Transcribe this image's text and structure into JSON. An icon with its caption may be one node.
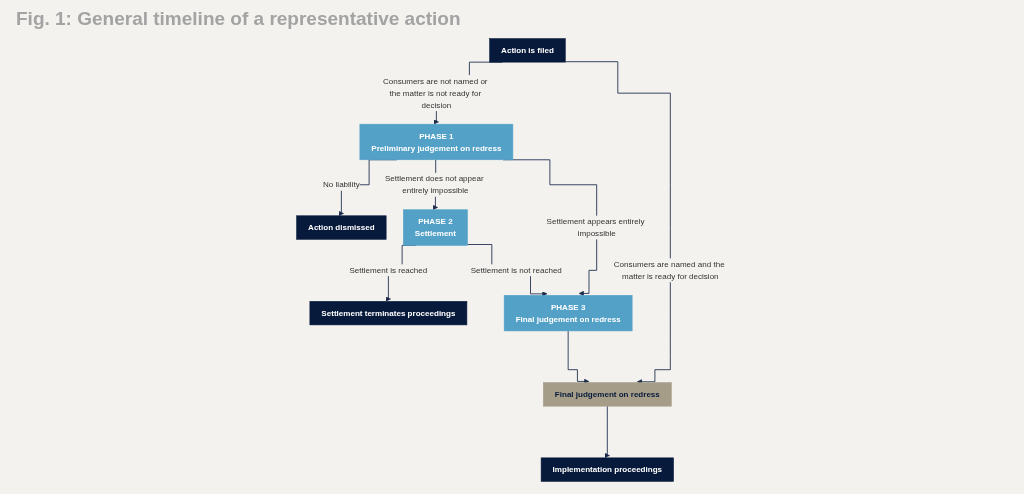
{
  "diagram": {
    "title": "Fig. 1: General timeline of a representative action",
    "nodes": [
      {
        "text": [
          "Action is filed"
        ]
      },
      {
        "text": [
          "PHASE 1",
          "Preliminary judgement on redress"
        ]
      },
      {
        "text": [
          "Action dismissed"
        ]
      },
      {
        "text": [
          "PHASE 2",
          "Settlement"
        ]
      },
      {
        "text": [
          "Settlement terminates proceedings"
        ]
      },
      {
        "text": [
          "PHASE 3",
          "Final judgement on redress"
        ]
      },
      {
        "text": [
          "Final judgement on redress"
        ]
      },
      {
        "text": [
          "Implementation proceedings"
        ]
      }
    ],
    "edges": [
      {
        "from": 0,
        "to": 1,
        "arrow": "to",
        "label": "Consumers are not named or the matter is not ready for decision"
      },
      {
        "from": 0,
        "to": 6,
        "arrow": "to",
        "label": "Consumers are named and the matter is ready for decision"
      },
      {
        "from": 1,
        "to": 2,
        "arrow": "to",
        "label": "No liability"
      },
      {
        "from": 1,
        "to": 3,
        "arrow": "to",
        "label": "Settlement does not appear entirely impossible"
      },
      {
        "from": 1,
        "to": 5,
        "arrow": "to",
        "label": "Settlement appears entirely impossible"
      },
      {
        "from": 3,
        "to": 4,
        "arrow": "to",
        "label": "Settlement is reached"
      },
      {
        "from": 3,
        "to": 5,
        "arrow": "to",
        "label": "Settlement is not reached"
      },
      {
        "from": 5,
        "to": 6,
        "arrow": "to"
      },
      {
        "from": 6,
        "to": 7,
        "arrow": "to"
      }
    ]
  }
}
